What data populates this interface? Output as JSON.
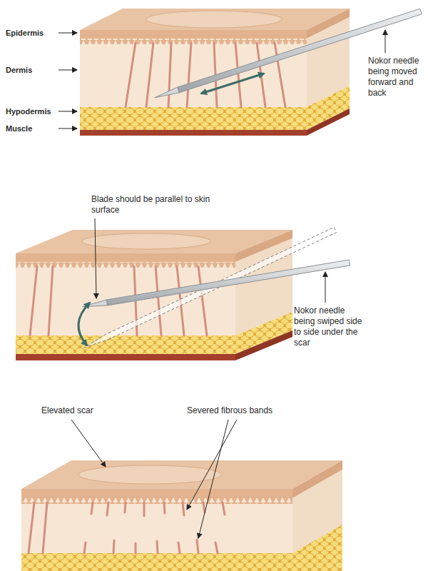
{
  "diagram": {
    "labels": [
      "Epidermis",
      "Dermis",
      "Hypodermis",
      "Muscle",
      "Nokor needle being moved forward and back",
      "Blade should be parallel to skin surface",
      "Nokor needle being swiped side to side under the scar",
      "Elevated scar",
      "Severed fibrous bands"
    ]
  }
}
